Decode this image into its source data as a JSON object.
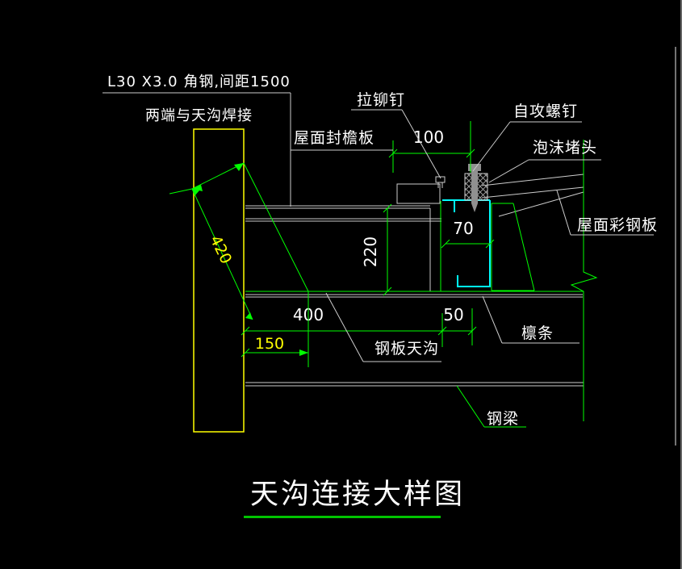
{
  "drawing": {
    "title": "天沟连接大样图",
    "notes": {
      "angle_steel_line1": "L30 X3.0 角钢,间距1500",
      "angle_steel_line2": "两端与天沟焊接"
    },
    "labels": {
      "pull_rivet": "拉铆钉",
      "self_tapping_screw": "自攻螺钉",
      "roof_fascia_board": "屋面封檐板",
      "foam_plug": "泡沫堵头",
      "roof_color_steel_plate": "屋面彩钢板",
      "steel_plate_gutter": "钢板天沟",
      "purlin": "檩条",
      "steel_beam": "钢梁"
    },
    "dimensions": {
      "dim_100": "100",
      "dim_70": "70",
      "dim_220": "220",
      "dim_420": "420",
      "dim_400": "400",
      "dim_50": "50",
      "dim_150": "150"
    },
    "colors": {
      "background": "#000000",
      "green": "#00ff00",
      "yellow": "#ffff00",
      "cyan": "#00ffff",
      "white_line": "#cdcdcd",
      "text": "#ffffff",
      "screw_gray": "#909090"
    }
  }
}
